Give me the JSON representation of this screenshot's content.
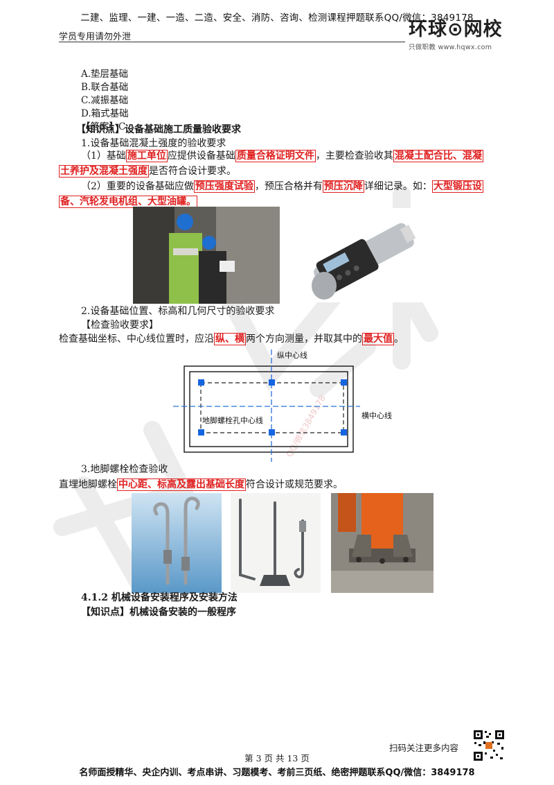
{
  "header": {
    "top_line": "二建、监理、一建、一造、二造、安全、消防、咨询、检测课程押题联系QQ/微信：3849178",
    "left_note": "学员专用请勿外泄",
    "logo_main": "环球⊙网校",
    "logo_sub": "只做职教   www.hqwx.com"
  },
  "options": [
    "A.垫层基础",
    "B.联合基础",
    "C.减振基础",
    "D.箱式基础"
  ],
  "answer": "【答案】C",
  "kp1": {
    "title": "【知识点】设备基础施工质量验收要求",
    "s1_title": "1.设备基础混凝土强度的验收要求",
    "p1": {
      "a": "（1）基础",
      "b": "施工单位",
      "c": "应提供设备基础",
      "d": "质量合格证明文件",
      "e": "，主要检查验收其",
      "f": "混凝土配合比、混凝",
      "g": "土养护及混凝土强度",
      "h": "是否符合设计要求。"
    },
    "p2": {
      "a": "（2）重要的设备基础应做",
      "b": "预压强度试验",
      "c": "，预压合格并有",
      "d": "预压沉降",
      "e": "详细记录。如：",
      "f": "大型锻压设",
      "g": "备、汽轮发电机组、大型油罐。"
    },
    "s2_title": "2.设备基础位置、标高和几何尺寸的验收要求",
    "s2_sub": "【检查验收要求】",
    "s2_p": {
      "a": "检查基础坐标、中心线位置时，应沿",
      "b": "纵、横",
      "c": "两个方向测量，并取其中的",
      "d": "最大值",
      "e": "。"
    },
    "diagram": {
      "v_label": "纵中心线",
      "h_label": "横中心线",
      "inner_label": "地脚螺栓孔中心线"
    },
    "s3_title": "3.地脚螺栓检查验收",
    "s3_p": {
      "a": "直埋地脚螺栓",
      "b": "中心距、标高及露出基础长度",
      "c": "符合设计或规范要求。"
    }
  },
  "section": {
    "heading": "4.1.2 机械设备安装程序及安装方法",
    "kp_title": "【知识点】机械设备安装的一般程序"
  },
  "watermark_text": "QQ/微信3849178",
  "footer": {
    "scan_text": "扫码关注更多内容",
    "page_text": "第 3 页 共 13 页",
    "bottom_line": "名师面授精华、央企内训、考点串讲、习题模考、考前三页纸、绝密押题联系QQ/微信：3849178"
  },
  "colors": {
    "highlight": "#e02020",
    "blue_line": "#2a6fd6",
    "dot": "#1565e0"
  }
}
